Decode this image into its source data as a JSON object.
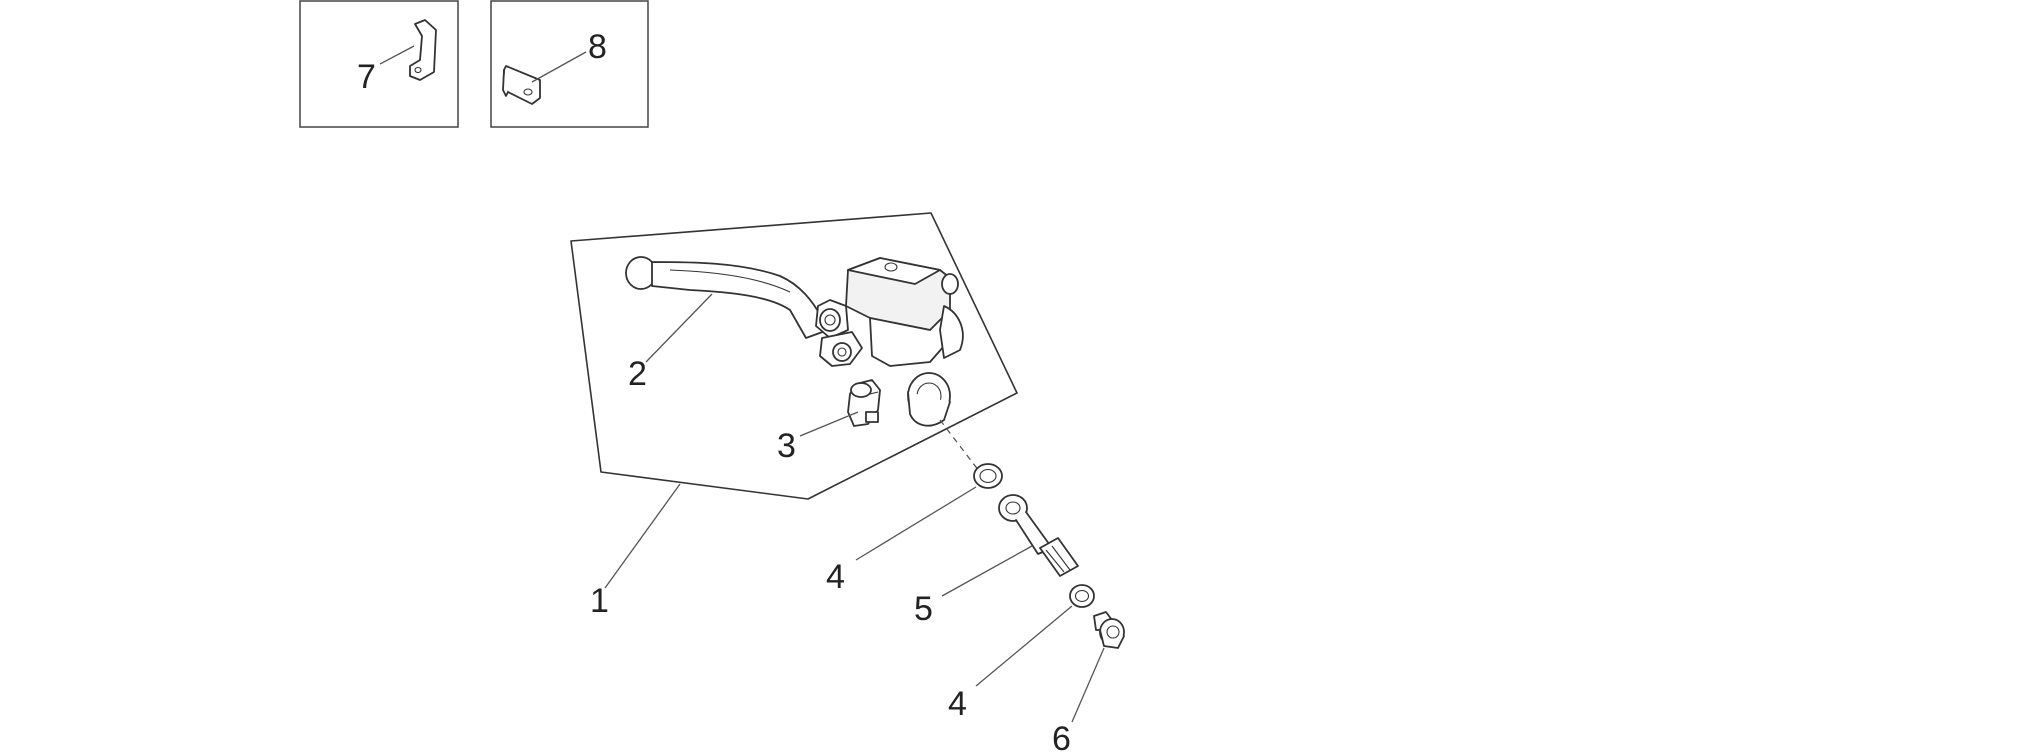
{
  "labels": {
    "callout_1": "1",
    "callout_2": "2",
    "callout_3": "3",
    "callout_4a": "4",
    "callout_4b": "4",
    "callout_5": "5",
    "callout_6": "6",
    "callout_7": "7",
    "callout_8": "8"
  },
  "colors": {
    "line": "#333333",
    "background": "#ffffff"
  }
}
